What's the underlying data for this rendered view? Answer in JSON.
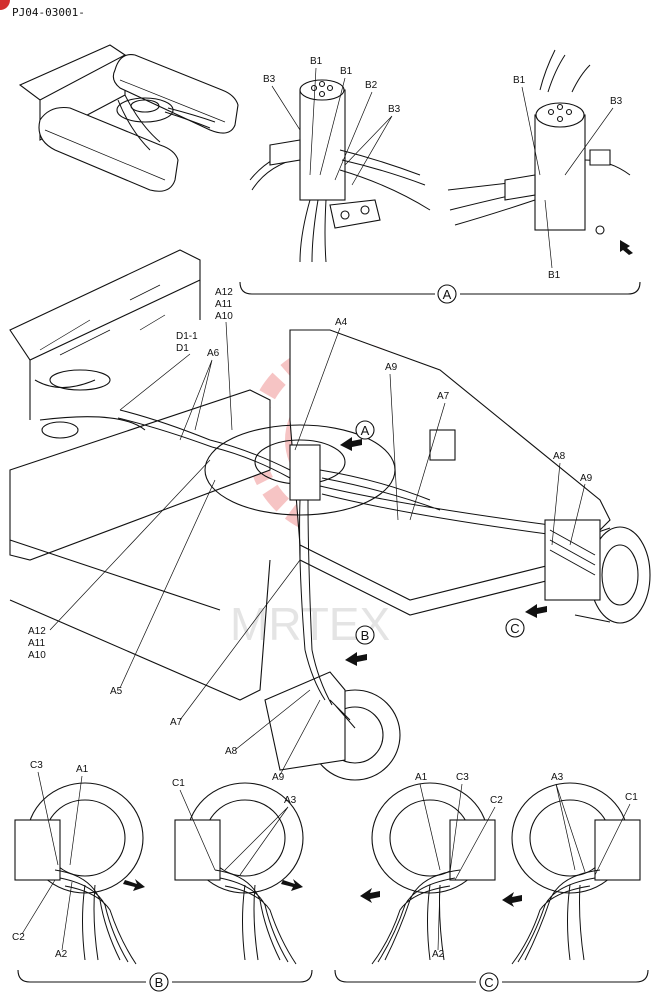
{
  "header": {
    "doc_code": "PJ04-03001-"
  },
  "watermark": {
    "text": "MRTEX",
    "color": "#e85a5a"
  },
  "sections": {
    "A": {
      "letter": "A"
    },
    "B": {
      "letter": "B"
    },
    "C": {
      "letter": "C"
    }
  },
  "labels_top_left_view": {
    "b3": "B3",
    "b1a": "B1",
    "b1b": "B1",
    "b2": "B2",
    "b3b": "B3"
  },
  "labels_top_right_view": {
    "b1a": "B1",
    "b3": "B3",
    "b1b": "B1"
  },
  "labels_main": {
    "a12_top": "A12",
    "a11_top": "A11",
    "a10_top": "A10",
    "a4": "A4",
    "d1_1": "D1-1",
    "d1": "D1",
    "a6": "A6",
    "a9_top": "A9",
    "a7_top": "A7",
    "a8_right": "A8",
    "a9_right": "A9",
    "a12_bot": "A12",
    "a11_bot": "A11",
    "a10_bot": "A10",
    "a5": "A5",
    "a7_bot": "A7",
    "a8_bot": "A8",
    "a9_bot": "A9"
  },
  "labels_bottom_b": {
    "c3": "C3",
    "a1": "A1",
    "c2": "C2",
    "a2": "A2",
    "c1": "C1",
    "a3": "A3"
  },
  "labels_bottom_c": {
    "a1": "A1",
    "c3": "C3",
    "c2": "C2",
    "a2": "A2",
    "a3": "A3",
    "c1": "C1"
  }
}
